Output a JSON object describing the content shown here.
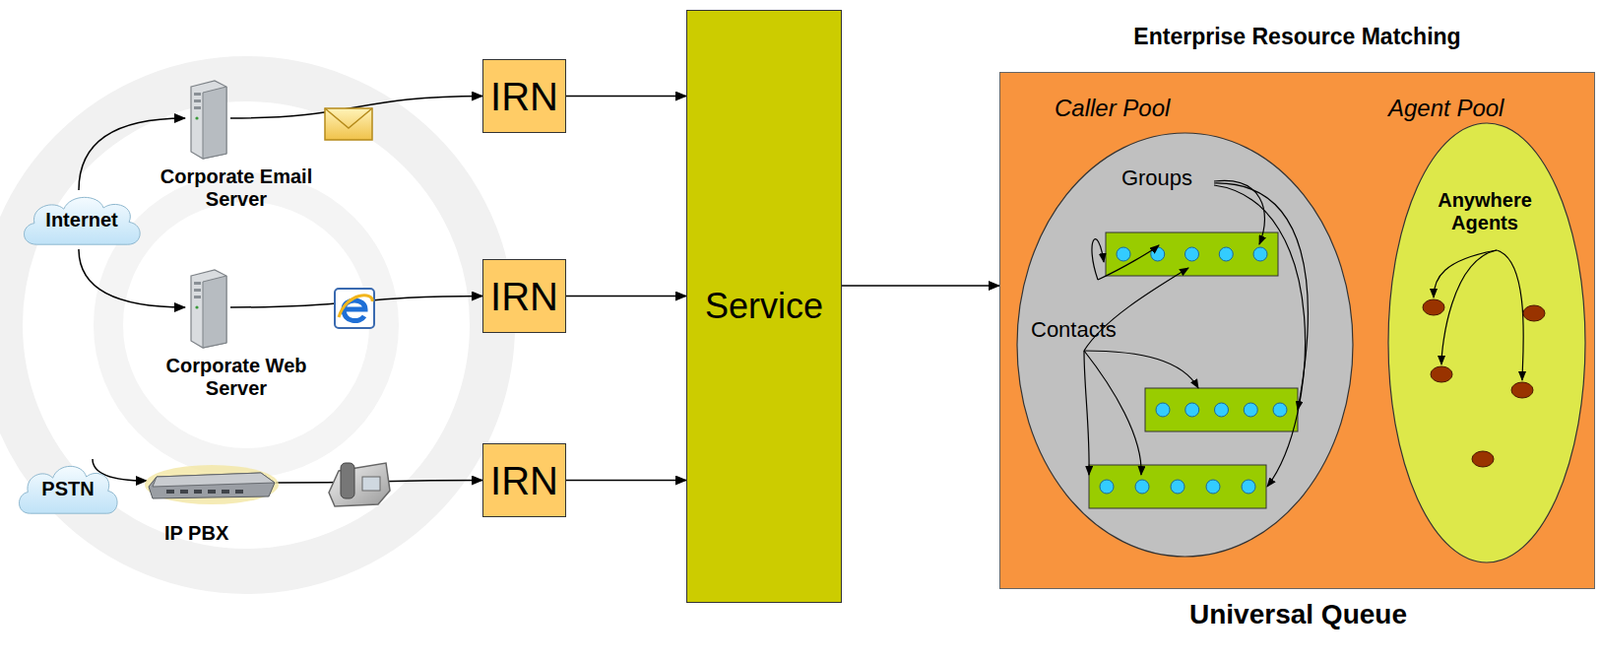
{
  "diagram": {
    "title": "Enterprise Resource Matching",
    "nodes": [
      {
        "text": [
          "Internet"
        ]
      },
      {
        "text": [
          "Corporate Email Server"
        ]
      },
      {
        "text": [
          "Corporate Web Server"
        ]
      },
      {
        "text": [
          "PSTN"
        ]
      },
      {
        "text": [
          "IP PBX"
        ]
      },
      {
        "text": [
          "IRN"
        ]
      },
      {
        "text": [
          "IRN"
        ]
      },
      {
        "text": [
          "IRN"
        ]
      },
      {
        "text": [
          "Service"
        ]
      },
      {
        "text": [
          "Universal Queue"
        ]
      },
      {
        "text": [
          "Caller Pool",
          "Groups",
          "Contacts"
        ],
        "in": 9
      },
      {
        "text": [
          "Agent Pool",
          "Anywhere Agents"
        ],
        "in": 9
      }
    ],
    "edges": [
      {
        "from": 0,
        "to": 1,
        "arrow": "to"
      },
      {
        "from": 0,
        "to": 2,
        "arrow": "to"
      },
      {
        "from": 1,
        "to": 5,
        "arrow": "to"
      },
      {
        "from": 2,
        "to": 6,
        "arrow": "to"
      },
      {
        "from": 3,
        "to": 4,
        "arrow": "to"
      },
      {
        "from": 4,
        "to": 7,
        "arrow": "to"
      },
      {
        "from": 5,
        "to": 8,
        "arrow": "to"
      },
      {
        "from": 6,
        "to": 8,
        "arrow": "to"
      },
      {
        "from": 7,
        "to": 8,
        "arrow": "to"
      },
      {
        "from": 8,
        "to": 9,
        "arrow": "to"
      }
    ]
  }
}
